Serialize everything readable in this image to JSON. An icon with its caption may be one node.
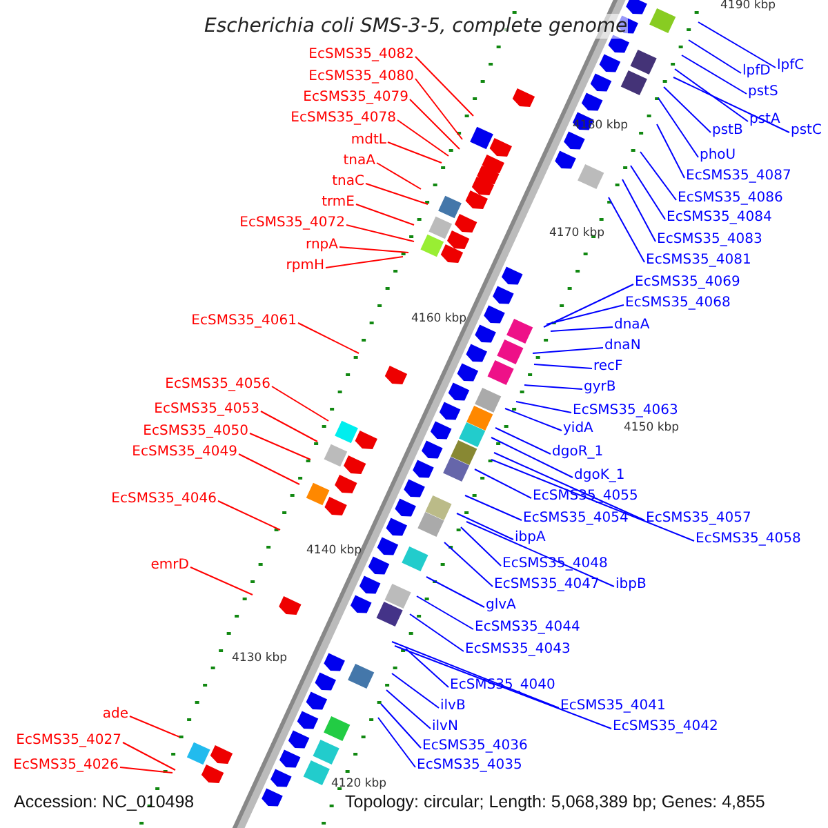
{
  "diagram": {
    "title": "Escherichia coli SMS-3-5, complete genome",
    "nodes": [
      {
        "text": [
          "EcSMS35_4082"
        ]
      },
      {
        "text": [
          "EcSMS35_4080"
        ]
      },
      {
        "text": [
          "EcSMS35_4079"
        ]
      },
      {
        "text": [
          "EcSMS35_4078"
        ]
      },
      {
        "text": [
          "mdtL"
        ]
      },
      {
        "text": [
          "tnaA"
        ]
      },
      {
        "text": [
          "tnaC"
        ]
      },
      {
        "text": [
          "trmE"
        ]
      },
      {
        "text": [
          "EcSMS35_4072"
        ]
      },
      {
        "text": [
          "rnpA"
        ]
      },
      {
        "text": [
          "rpmH"
        ]
      },
      {
        "text": [
          "EcSMS35_4061"
        ]
      },
      {
        "text": [
          "EcSMS35_4056"
        ]
      },
      {
        "text": [
          "EcSMS35_4053"
        ]
      },
      {
        "text": [
          "EcSMS35_4050"
        ]
      },
      {
        "text": [
          "EcSMS35_4049"
        ]
      },
      {
        "text": [
          "EcSMS35_4046"
        ]
      },
      {
        "text": [
          "emrD"
        ]
      },
      {
        "text": [
          "ade"
        ]
      },
      {
        "text": [
          "EcSMS35_4027"
        ]
      },
      {
        "text": [
          "EcSMS35_4026"
        ]
      },
      {
        "text": [
          "lpfC"
        ]
      },
      {
        "text": [
          "lpfD"
        ]
      },
      {
        "text": [
          "pstS"
        ]
      },
      {
        "text": [
          "pstA"
        ]
      },
      {
        "text": [
          "pstC"
        ]
      },
      {
        "text": [
          "pstB"
        ]
      },
      {
        "text": [
          "phoU"
        ]
      },
      {
        "text": [
          "EcSMS35_4087"
        ]
      },
      {
        "text": [
          "EcSMS35_4086"
        ]
      },
      {
        "text": [
          "EcSMS35_4084"
        ]
      },
      {
        "text": [
          "EcSMS35_4083"
        ]
      },
      {
        "text": [
          "EcSMS35_4081"
        ]
      },
      {
        "text": [
          "EcSMS35_4069"
        ]
      },
      {
        "text": [
          "EcSMS35_4068"
        ]
      },
      {
        "text": [
          "dnaA"
        ]
      },
      {
        "text": [
          "dnaN"
        ]
      },
      {
        "text": [
          "recF"
        ]
      },
      {
        "text": [
          "gyrB"
        ]
      },
      {
        "text": [
          "EcSMS35_4063"
        ]
      },
      {
        "text": [
          "yidA"
        ]
      },
      {
        "text": [
          "dgoR_1"
        ]
      },
      {
        "text": [
          "dgoK_1"
        ]
      },
      {
        "text": [
          "EcSMS35_4055"
        ]
      },
      {
        "text": [
          "EcSMS35_4054"
        ]
      },
      {
        "text": [
          "EcSMS35_4057"
        ]
      },
      {
        "text": [
          "EcSMS35_4058"
        ]
      },
      {
        "text": [
          "ibpA"
        ]
      },
      {
        "text": [
          "EcSMS35_4048"
        ]
      },
      {
        "text": [
          "EcSMS35_4047"
        ]
      },
      {
        "text": [
          "ibpB"
        ]
      },
      {
        "text": [
          "glvA"
        ]
      },
      {
        "text": [
          "EcSMS35_4044"
        ]
      },
      {
        "text": [
          "EcSMS35_4043"
        ]
      },
      {
        "text": [
          "EcSMS35_4040"
        ]
      },
      {
        "text": [
          "EcSMS35_4041"
        ]
      },
      {
        "text": [
          "EcSMS35_4042"
        ]
      },
      {
        "text": [
          "ilvB"
        ]
      },
      {
        "text": [
          "ilvN"
        ]
      },
      {
        "text": [
          "EcSMS35_4036"
        ]
      },
      {
        "text": [
          "EcSMS35_4035"
        ]
      }
    ],
    "edges": [
      {
        "from": 0,
        "to": null,
        "arrow": "none",
        "color": "#ff0000"
      },
      {
        "from": 1,
        "to": null,
        "arrow": "none",
        "color": "#ff0000"
      },
      {
        "from": 2,
        "to": null,
        "arrow": "none",
        "color": "#ff0000"
      },
      {
        "from": 3,
        "to": null,
        "arrow": "none",
        "color": "#ff0000"
      },
      {
        "from": 4,
        "to": null,
        "arrow": "none",
        "color": "#ff0000"
      },
      {
        "from": 5,
        "to": null,
        "arrow": "none",
        "color": "#ff0000"
      },
      {
        "from": 6,
        "to": null,
        "arrow": "none",
        "color": "#ff0000"
      },
      {
        "from": 7,
        "to": null,
        "arrow": "none",
        "color": "#ff0000"
      },
      {
        "from": 8,
        "to": null,
        "arrow": "none",
        "color": "#ff0000"
      },
      {
        "from": 9,
        "to": null,
        "arrow": "none",
        "color": "#ff0000"
      },
      {
        "from": 10,
        "to": null,
        "arrow": "none",
        "color": "#ff0000"
      },
      {
        "from": 11,
        "to": null,
        "arrow": "none",
        "color": "#ff0000"
      },
      {
        "from": 12,
        "to": null,
        "arrow": "none",
        "color": "#ff0000"
      },
      {
        "from": 13,
        "to": null,
        "arrow": "none",
        "color": "#ff0000"
      },
      {
        "from": 14,
        "to": null,
        "arrow": "none",
        "color": "#ff0000"
      },
      {
        "from": 15,
        "to": null,
        "arrow": "none",
        "color": "#ff0000"
      },
      {
        "from": 16,
        "to": null,
        "arrow": "none",
        "color": "#ff0000"
      },
      {
        "from": 17,
        "to": null,
        "arrow": "none",
        "color": "#ff0000"
      },
      {
        "from": 18,
        "to": null,
        "arrow": "none",
        "color": "#ff0000"
      },
      {
        "from": 19,
        "to": null,
        "arrow": "none",
        "color": "#ff0000"
      },
      {
        "from": 20,
        "to": null,
        "arrow": "none",
        "color": "#ff0000"
      },
      {
        "from": 21,
        "to": null,
        "arrow": "none"
      },
      {
        "from": 22,
        "to": null,
        "arrow": "none"
      },
      {
        "from": 23,
        "to": null,
        "arrow": "none"
      },
      {
        "from": 24,
        "to": null,
        "arrow": "none"
      },
      {
        "from": 25,
        "to": null,
        "arrow": "none"
      },
      {
        "from": 26,
        "to": null,
        "arrow": "none"
      },
      {
        "from": 27,
        "to": null,
        "arrow": "none"
      },
      {
        "from": 28,
        "to": null,
        "arrow": "none"
      },
      {
        "from": 29,
        "to": null,
        "arrow": "none"
      },
      {
        "from": 30,
        "to": null,
        "arrow": "none"
      },
      {
        "from": 31,
        "to": null,
        "arrow": "none"
      },
      {
        "from": 32,
        "to": null,
        "arrow": "none"
      },
      {
        "from": 33,
        "to": null,
        "arrow": "none"
      },
      {
        "from": 34,
        "to": null,
        "arrow": "none"
      },
      {
        "from": 35,
        "to": null,
        "arrow": "none"
      },
      {
        "from": 36,
        "to": null,
        "arrow": "none"
      },
      {
        "from": 37,
        "to": null,
        "arrow": "none"
      },
      {
        "from": 38,
        "to": null,
        "arrow": "none"
      },
      {
        "from": 39,
        "to": null,
        "arrow": "none"
      },
      {
        "from": 40,
        "to": null,
        "arrow": "none"
      },
      {
        "from": 41,
        "to": null,
        "arrow": "none"
      },
      {
        "from": 42,
        "to": null,
        "arrow": "none"
      },
      {
        "from": 43,
        "to": null,
        "arrow": "none"
      },
      {
        "from": 44,
        "to": null,
        "arrow": "none"
      },
      {
        "from": 45,
        "to": null,
        "arrow": "none"
      },
      {
        "from": 46,
        "to": null,
        "arrow": "none"
      },
      {
        "from": 47,
        "to": null,
        "arrow": "none"
      },
      {
        "from": 48,
        "to": null,
        "arrow": "none"
      },
      {
        "from": 49,
        "to": null,
        "arrow": "none"
      },
      {
        "from": 50,
        "to": null,
        "arrow": "none"
      },
      {
        "from": 51,
        "to": null,
        "arrow": "none"
      },
      {
        "from": 52,
        "to": null,
        "arrow": "none"
      },
      {
        "from": 53,
        "to": null,
        "arrow": "none"
      },
      {
        "from": 54,
        "to": null,
        "arrow": "none"
      },
      {
        "from": 55,
        "to": null,
        "arrow": "none"
      },
      {
        "from": 56,
        "to": null,
        "arrow": "none"
      },
      {
        "from": 57,
        "to": null,
        "arrow": "none"
      },
      {
        "from": 58,
        "to": null,
        "arrow": "none"
      },
      {
        "from": 59,
        "to": null,
        "arrow": "none"
      },
      {
        "from": 60,
        "to": null,
        "arrow": "none"
      }
    ],
    "labels": [
      "4190 kbp",
      "4180 kbp",
      "4170 kbp",
      "4160 kbp",
      "4150 kbp",
      "4140 kbp",
      "4130 kbp",
      "4120 kbp",
      "Accession: NC_010498",
      "Topology: circular; Length: 5,068,389 bp; Genes: 4,855"
    ]
  }
}
